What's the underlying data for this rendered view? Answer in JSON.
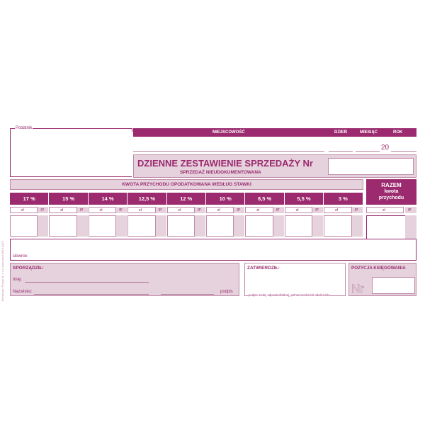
{
  "side_text": {
    "code": "486-5-ALTV",
    "imprint": "Michalczyk i Prokop Sp. z o.o. www.mip.pl"
  },
  "podatnik": "Podatnik",
  "header": {
    "miejscowosc": "MIEJSCOWOŚĆ",
    "dzien": "DZIEŃ",
    "miesiac": "MIESIĄC",
    "rok": "ROK",
    "year_prefix": "20"
  },
  "title": {
    "main": "DZIENNE ZESTAWIENIE SPRZEDAŻY Nr",
    "sub": "SPRZEDAŻ NIEUDOKUMENTOWANA"
  },
  "kwota_header": "KWOTA PRZYCHODU OPODATKOWANA WEDŁUG STAWKI",
  "razem": {
    "title": "RAZEM",
    "sub": "kwota przychodu"
  },
  "rates": [
    "17 %",
    "15 %",
    "14 %",
    "12,5 %",
    "12 %",
    "10 %",
    "8,5 %",
    "5,5 %",
    "3 %"
  ],
  "zl": "zł",
  "gr": "gr",
  "slownie": "słownie:",
  "sporzadzil": {
    "title": "SPORZĄDZIŁ:",
    "imie": "Imię:",
    "nazwisko": "Nazwisko:",
    "podpis": "podpis"
  },
  "zatwierdzil": {
    "title": "ZATWIERDZIŁ:",
    "caption": "podpis osoby odpowiedzialnej, pełnomocnika lub właściciela"
  },
  "pozycja": {
    "title": "POZYCJA KSIĘGOWANIA",
    "nr": "Nr"
  },
  "colors": {
    "primary": "#9b2a6e",
    "light": "#e5d2dd"
  }
}
